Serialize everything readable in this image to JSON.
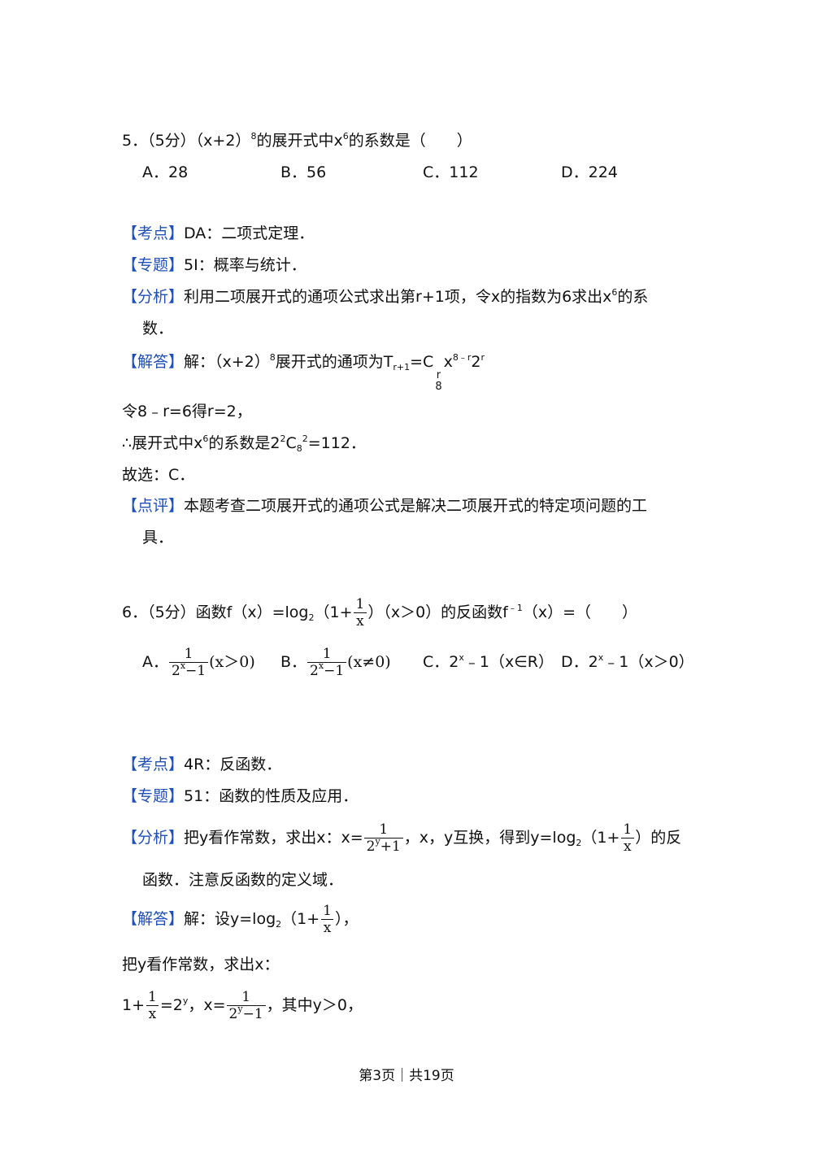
{
  "q5": {
    "stem_a": "5．（5分）（x+2）",
    "stem_sup": "8",
    "stem_b": "的展开式中x",
    "stem_sup2": "6",
    "stem_c": "的系数是（　　）",
    "options": [
      "A．28",
      "B．56",
      "C．112",
      "D．224"
    ],
    "kaodian_tag": "【考点】",
    "kaodian": "DA：二项式定理．",
    "zhuanti_tag": "【专题】",
    "zhuanti": "5I：概率与统计．",
    "fenxi_tag": "【分析】",
    "fenxi_a": "利用二项展开式的通项公式求出第r+1项，令x的指数为6求出x",
    "fenxi_sup": "6",
    "fenxi_b": "的系",
    "fenxi_c": "数．",
    "jieda_tag": "【解答】",
    "jieda_a": "解：（x+2）",
    "jieda_sup": "8",
    "jieda_b": "展开式的通项为T",
    "jieda_sub": "r+1",
    "jieda_c": "=C",
    "jieda_comb_top": "r",
    "jieda_comb_bot": "8",
    "jieda_d": "x",
    "jieda_sup2": "8﹣r",
    "jieda_e": "2",
    "jieda_sup3": "r",
    "line2": "令8﹣r=6得r=2，",
    "line3_a": "∴展开式中x",
    "line3_sup": "6",
    "line3_b": "的系数是2",
    "line3_sup2": "2",
    "line3_c": "C",
    "line3_sub": "8",
    "line3_sup3": "2",
    "line3_d": "=112．",
    "line4": "故选：C．",
    "dianping_tag": "【点评】",
    "dianping_a": "本题考查二项展开式的通项公式是解决二项展开式的特定项问题的工",
    "dianping_b": "具．"
  },
  "q6": {
    "stem_a": "6．（5分）函数f（x）=log",
    "stem_sub": "2",
    "stem_b": "（1+",
    "frac_num": "1",
    "frac_den": "x",
    "stem_c": "）（x＞0）的反函数f",
    "stem_sup": "﹣1",
    "stem_d": "（x）=（　　）",
    "optA_label": "A．",
    "optA_num": "1",
    "optA_den_base": "2",
    "optA_den_sup": "x",
    "optA_den_tail": "−1",
    "optA_cond": "(x＞0)",
    "optB_label": "B．",
    "optB_num": "1",
    "optB_den_base": "2",
    "optB_den_sup": "x",
    "optB_den_tail": "−1",
    "optB_cond": "(x≠0)",
    "optC_a": "C．2",
    "optC_sup": "x",
    "optC_b": "﹣1（x∈R）",
    "optD_a": "D．2",
    "optD_sup": "x",
    "optD_b": "﹣1（x＞0）",
    "kaodian_tag": "【考点】",
    "kaodian": "4R：反函数．",
    "zhuanti_tag": "【专题】",
    "zhuanti": "51：函数的性质及应用．",
    "fenxi_tag": "【分析】",
    "fenxi_a": "把y看作常数，求出x：x=",
    "fenxi_fnum": "1",
    "fenxi_fden_base": "2",
    "fenxi_fden_sup": "y",
    "fenxi_fden_tail": "+1",
    "fenxi_b": "，x，y互换，得到y=log",
    "fenxi_sub": "2",
    "fenxi_c": "（1+",
    "fenxi_f2num": "1",
    "fenxi_f2den": "x",
    "fenxi_d": "）的反",
    "fenxi_e": "函数．注意反函数的定义域．",
    "jieda_tag": "【解答】",
    "jieda_a": "解：设y=log",
    "jieda_sub": "2",
    "jieda_b": "（1+",
    "jieda_fnum": "1",
    "jieda_fden": "x",
    "jieda_c": "），",
    "line2": "把y看作常数，求出x：",
    "line3_a": "1+",
    "line3_fnum": "1",
    "line3_fden": "x",
    "line3_b": "=2",
    "line3_sup": "y",
    "line3_c": "，x=",
    "line3_f2num": "1",
    "line3_f2den_base": "2",
    "line3_f2den_sup": "y",
    "line3_f2den_tail": "−1",
    "line3_d": "，其中y＞0，"
  },
  "footer": "第3页｜共19页"
}
